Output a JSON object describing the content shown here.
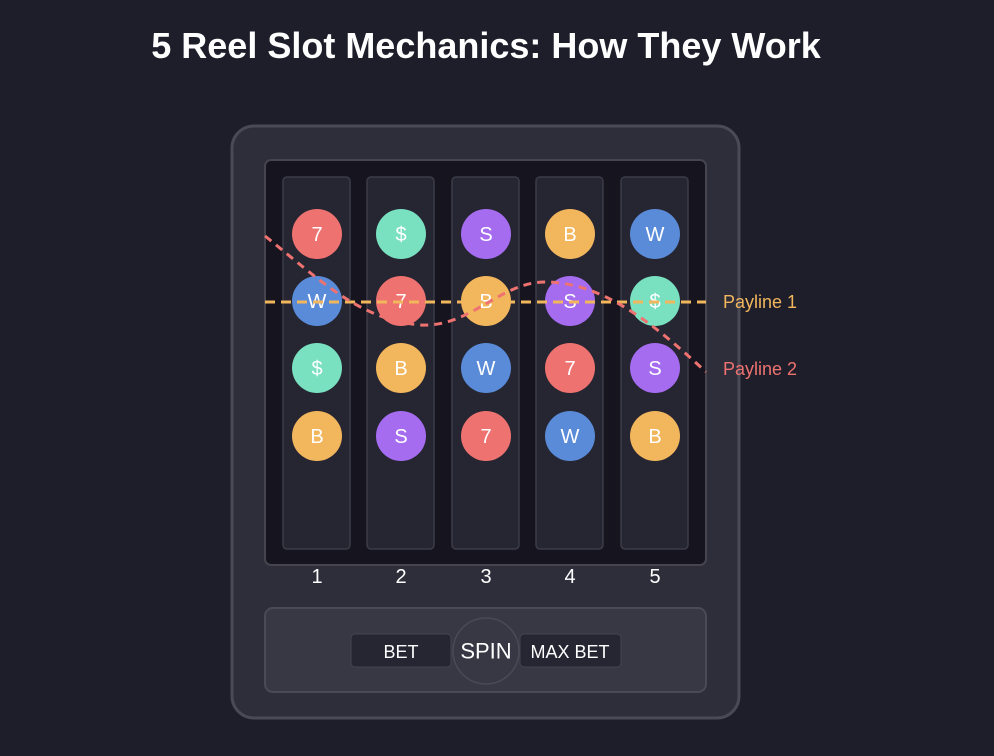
{
  "title": "5 Reel Slot Mechanics: How They Work",
  "symbol_colors": {
    "7": "#ee7270",
    "$": "#79e0c0",
    "S": "#a56cf0",
    "B": "#f2b65d",
    "W": "#5a8bd8"
  },
  "reels": [
    {
      "label": "1",
      "symbols": [
        "7",
        "W",
        "$",
        "B"
      ]
    },
    {
      "label": "2",
      "symbols": [
        "$",
        "7",
        "B",
        "S"
      ]
    },
    {
      "label": "3",
      "symbols": [
        "S",
        "B",
        "W",
        "7"
      ]
    },
    {
      "label": "4",
      "symbols": [
        "B",
        "S",
        "7",
        "W"
      ]
    },
    {
      "label": "5",
      "symbols": [
        "W",
        "$",
        "S",
        "B"
      ]
    }
  ],
  "paylines": [
    {
      "label": "Payline 1",
      "color": "#f2b65d"
    },
    {
      "label": "Payline 2",
      "color": "#ee7270"
    }
  ],
  "controls": {
    "bet": "BET",
    "spin": "SPIN",
    "max_bet": "MAX BET"
  }
}
